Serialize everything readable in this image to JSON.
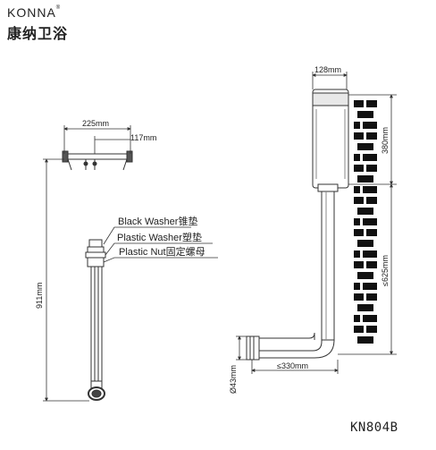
{
  "brand": {
    "name_en": "KONNA",
    "mark": "®",
    "name_cn": "康纳卫浴"
  },
  "model": "KN804B",
  "dimensions": {
    "width_225": "225mm",
    "width_117": "117mm",
    "height_911": "911mm",
    "width_128": "128mm",
    "height_380": "380mm",
    "height_625": "≤625mm",
    "length_330": "≤330mm",
    "diam_43": "Ø43mm"
  },
  "labels": {
    "black_washer": "Black Washer锥垫",
    "plastic_washer": "Plastic Washer塑垫",
    "plastic_nut": "Plastic Nut固定螺母"
  },
  "colors": {
    "line": "#3a3a3a",
    "brick": "#111111"
  }
}
